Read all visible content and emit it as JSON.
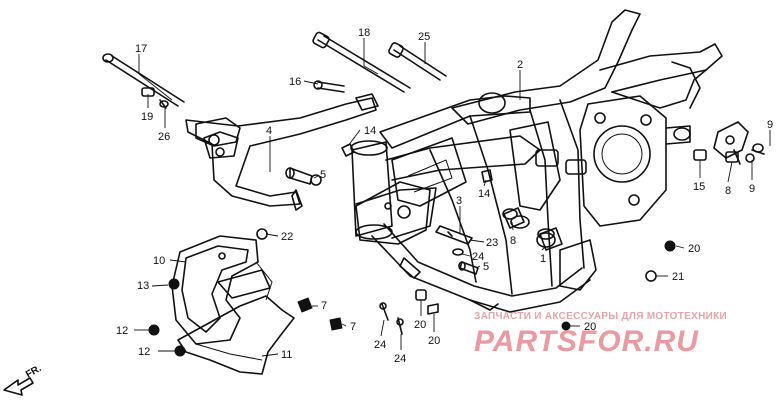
{
  "callouts": [
    {
      "id": "c17",
      "text": "17"
    },
    {
      "id": "c18",
      "text": "18"
    },
    {
      "id": "c25",
      "text": "25"
    },
    {
      "id": "c2",
      "text": "2"
    },
    {
      "id": "c16",
      "text": "16"
    },
    {
      "id": "c19",
      "text": "19"
    },
    {
      "id": "c26",
      "text": "26"
    },
    {
      "id": "c4",
      "text": "4"
    },
    {
      "id": "c14a",
      "text": "14"
    },
    {
      "id": "c5a",
      "text": "5"
    },
    {
      "id": "c14b",
      "text": "14"
    },
    {
      "id": "c9a",
      "text": "9"
    },
    {
      "id": "c9b",
      "text": "9"
    },
    {
      "id": "c15",
      "text": "15"
    },
    {
      "id": "c8a",
      "text": "8"
    },
    {
      "id": "c3",
      "text": "3"
    },
    {
      "id": "c23",
      "text": "23"
    },
    {
      "id": "c24a",
      "text": "24"
    },
    {
      "id": "c5b",
      "text": "5"
    },
    {
      "id": "c8b",
      "text": "8"
    },
    {
      "id": "c1",
      "text": "1"
    },
    {
      "id": "c20a",
      "text": "20"
    },
    {
      "id": "c21",
      "text": "21"
    },
    {
      "id": "c22",
      "text": "22"
    },
    {
      "id": "c10",
      "text": "10"
    },
    {
      "id": "c13",
      "text": "13"
    },
    {
      "id": "c7a",
      "text": "7"
    },
    {
      "id": "c7b",
      "text": "7"
    },
    {
      "id": "c20b",
      "text": "20"
    },
    {
      "id": "c20c",
      "text": "20"
    },
    {
      "id": "c24b",
      "text": "24"
    },
    {
      "id": "c24c",
      "text": "24"
    },
    {
      "id": "c20d",
      "text": "20"
    },
    {
      "id": "c12a",
      "text": "12"
    },
    {
      "id": "c12b",
      "text": "12"
    },
    {
      "id": "c11",
      "text": "11"
    }
  ],
  "direction_label": "FR.",
  "watermark": {
    "tagline": "ЗАПЧАСТИ И АКСЕССУАРЫ ДЛЯ МОТОТЕХНИКИ",
    "logo": "PARTSFOR.RU"
  }
}
